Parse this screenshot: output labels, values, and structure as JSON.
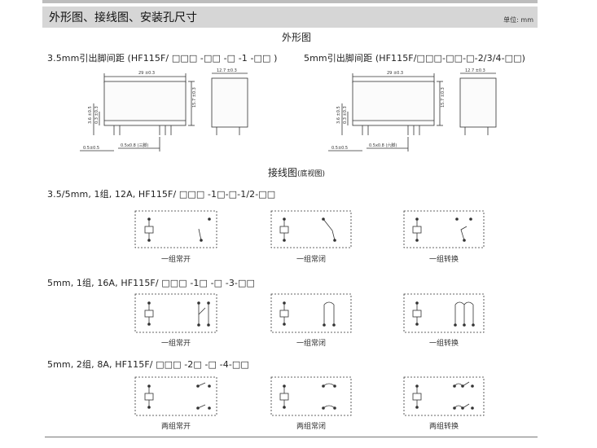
{
  "header": {
    "title": "外形图、接线图、安装孔尺寸",
    "unit": "单位: mm"
  },
  "outline": {
    "title": "外形图",
    "left_spec": "3.5mm引出脚间距 (HF115F/ □□□ -□□ -□ -1 -□□ )",
    "right_spec": "5mm引出脚间距 (HF115F/□□□-□□-□-2/3/4-□□)",
    "dims": {
      "length": "29 ±0.3",
      "width": "12.7 ±0.3",
      "height": "15.7 ±0.3",
      "pin_len": "3.6 ±0.5",
      "pin_step": "0.3 ±0.3",
      "pin_w": "0.5±0.5",
      "pin_section": "0.5x0.8 (三脚)",
      "pin_section_b": "0.5x0.8 (六脚)"
    }
  },
  "wiring": {
    "title": "接线图",
    "subtitle": "(底视图)",
    "rows": [
      {
        "spec": "3.5/5mm, 1组, 12A,  HF115F/ □□□ -1□-□-1/2-□□",
        "captions": [
          "一组常开",
          "一组常闭",
          "一组转换"
        ]
      },
      {
        "spec": "5mm,  1组,  16A,  HF115F/ □□□ -1□ -□ -3-□□",
        "captions": [
          "一组常开",
          "一组常闭",
          "一组转换"
        ]
      },
      {
        "spec": "5mm,  2组,  8A,  HF115F/ □□□ -2□ -□ -4-□□",
        "captions": [
          "两组常开",
          "两组常闭",
          "两组转换"
        ]
      }
    ]
  }
}
